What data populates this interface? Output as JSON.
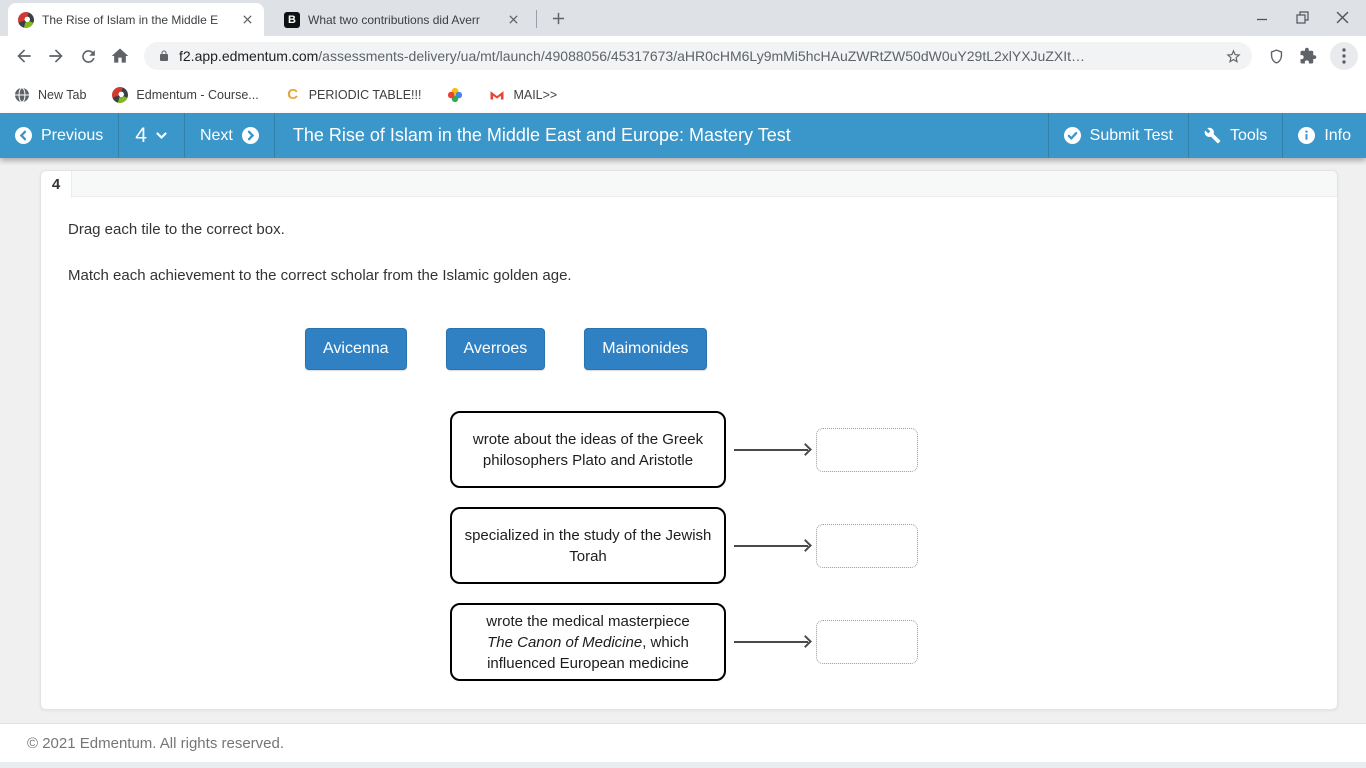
{
  "browser": {
    "tabs": [
      {
        "title": "The Rise of Islam in the Middle E",
        "favicon": "edmentum",
        "active": true
      },
      {
        "title": "What two contributions did Averr",
        "favicon": "brainly",
        "active": false
      }
    ],
    "url": {
      "domain": "f2.app.edmentum.com",
      "path": "/assessments-delivery/ua/mt/launch/49088056/45317673/aHR0cHM6Ly9mMi5hcHAuZWRtZW50dW0uY29tL2xlYXJuZXIt…"
    },
    "bookmarks": [
      {
        "label": "New Tab",
        "icon": "globe-icon"
      },
      {
        "label": "Edmentum - Course...",
        "icon": "edmentum-icon"
      },
      {
        "label": "PERIODIC TABLE!!!",
        "icon": "c-icon"
      },
      {
        "label": "",
        "icon": "pinwheel-icon"
      },
      {
        "label": "MAIL>>",
        "icon": "gmail-icon"
      }
    ]
  },
  "test_header": {
    "previous_label": "Previous",
    "question_number": "4",
    "next_label": "Next",
    "title": "The Rise of Islam in the Middle East and Europe: Mastery Test",
    "submit_label": "Submit Test",
    "tools_label": "Tools",
    "info_label": "Info"
  },
  "question": {
    "number": "4",
    "instruction_drag": "Drag each tile to the correct box.",
    "instruction_match": "Match each achievement to the correct scholar from the Islamic golden age.",
    "tiles": [
      "Avicenna",
      "Averroes",
      "Maimonides"
    ],
    "matches": [
      {
        "desc": "wrote about the ideas of the Greek philosophers Plato and Aristotle"
      },
      {
        "desc": "specialized in the study of the Jewish Torah"
      },
      {
        "desc_pre": "wrote the medical masterpiece ",
        "desc_italic": "The Canon of Medicine",
        "desc_post": ", which influenced European medicine"
      }
    ]
  },
  "footer": {
    "copyright": "© 2021 Edmentum. All rights reserved."
  },
  "colors": {
    "header_blue": "#3b97ca",
    "tile_blue": "#2f81c3"
  }
}
